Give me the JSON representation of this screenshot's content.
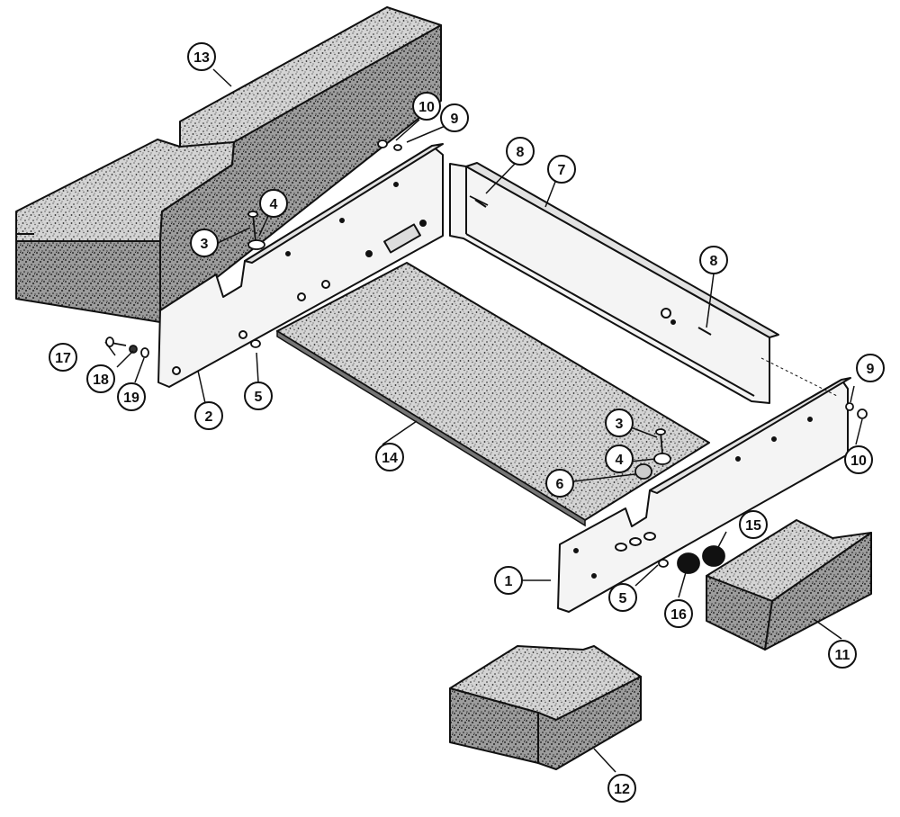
{
  "callouts": {
    "c1": "1",
    "c2": "2",
    "c3a": "3",
    "c3b": "3",
    "c4a": "4",
    "c4b": "4",
    "c5a": "5",
    "c5b": "5",
    "c6": "6",
    "c7": "7",
    "c8a": "8",
    "c8b": "8",
    "c9a": "9",
    "c9b": "9",
    "c10a": "10",
    "c10b": "10",
    "c11": "11",
    "c12": "12",
    "c13": "13",
    "c14": "14",
    "c15": "15",
    "c16": "16",
    "c17": "17",
    "c18": "18",
    "c19": "19"
  },
  "colors": {
    "ink": "#111111",
    "foam_fill": "#d2d2d2",
    "panel_fill": "#f4f4f4",
    "paper": "#ffffff"
  }
}
